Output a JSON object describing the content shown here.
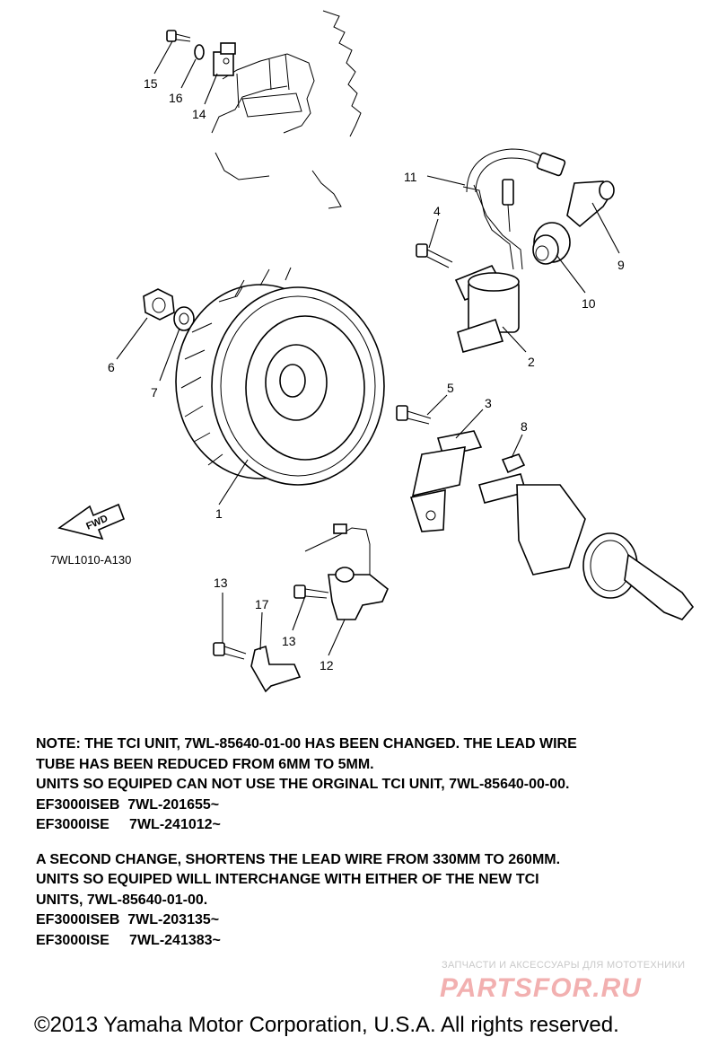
{
  "diagram": {
    "callouts": [
      "1",
      "2",
      "3",
      "4",
      "5",
      "6",
      "7",
      "8",
      "9",
      "10",
      "11",
      "12",
      "13",
      "13",
      "14",
      "15",
      "16",
      "17"
    ],
    "figure_code": "7WL1010-A130",
    "fwd_label": "FWD"
  },
  "notes": {
    "block1": [
      "NOTE: THE TCI UNIT, 7WL-85640-01-00 HAS BEEN CHANGED. THE LEAD WIRE",
      "TUBE HAS BEEN REDUCED FROM 6MM TO 5MM.",
      "UNITS SO EQUIPED CAN NOT USE THE ORGINAL TCI UNIT, 7WL-85640-00-00.",
      "EF3000ISEB  7WL-201655~",
      "EF3000ISE     7WL-241012~"
    ],
    "block2": [
      "A SECOND CHANGE, SHORTENS THE LEAD WIRE FROM 330MM TO 260MM.",
      "UNITS SO EQUIPED WILL INTERCHANGE WITH EITHER OF THE NEW TCI",
      "UNITS, 7WL-85640-01-00.",
      "EF3000ISEB  7WL-203135~",
      "EF3000ISE     7WL-241383~"
    ]
  },
  "watermark": {
    "tagline": "ЗАПЧАСТИ И АКСЕССУАРЫ ДЛЯ МОТОТЕХНИКИ",
    "logo": "PARTSFOR.RU"
  },
  "footer": {
    "copyright": "©2013 Yamaha Motor Corporation, U.S.A. All rights reserved."
  }
}
